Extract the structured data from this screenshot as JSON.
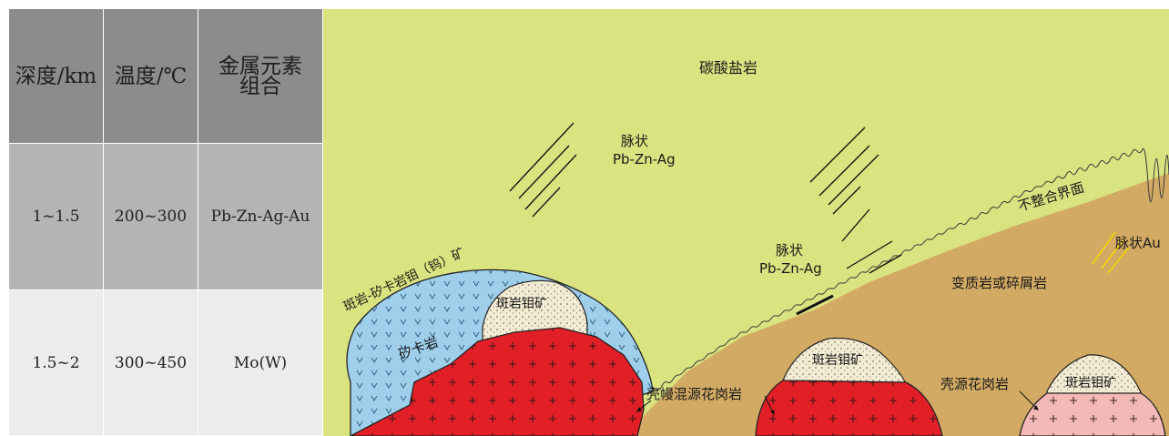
{
  "table": {
    "headers": [
      "深度/km",
      "温度/℃",
      "金属元素组合"
    ],
    "header3_lines": [
      "金属元素",
      "组合"
    ],
    "rows": [
      {
        "depth": "1~1.5",
        "temperature": "200~300",
        "metals": "Pb-Zn-Ag-Au"
      },
      {
        "depth": "1.5~2",
        "temperature": "300~450",
        "metals": "Mo(W)"
      }
    ]
  },
  "diagram": {
    "labels": {
      "carbonate": "碳酸盐岩",
      "vein1_line1": "脉状",
      "vein1_line2": "Pb-Zn-Ag",
      "vein2_line1": "脉状",
      "vein2_line2": "Pb-Zn-Ag",
      "vein_au": "脉状Au",
      "unconformity": "不整合界面",
      "metamorphic": "变质岩或碎屑岩",
      "skarn_deposit": "斑岩-矽卡岩钼（钨）矿",
      "skarn": "矽卡岩",
      "porphyry_mo_1": "斑岩钼矿",
      "porphyry_mo_2": "斑岩钼矿",
      "porphyry_mo_3": "斑岩钼矿",
      "mixed_granite": "壳幔混源花岗岩",
      "crust_granite": "壳源花岗岩"
    },
    "colors": {
      "carbonate": "#d9e37f",
      "metamorphic": "#d2aa64",
      "skarn": "#9fcfea",
      "porphyry": "#f3ecd2",
      "granite_red": "#e21f26",
      "granite_pink": "#f2b9b6",
      "au_vein": "#f5d400"
    }
  }
}
